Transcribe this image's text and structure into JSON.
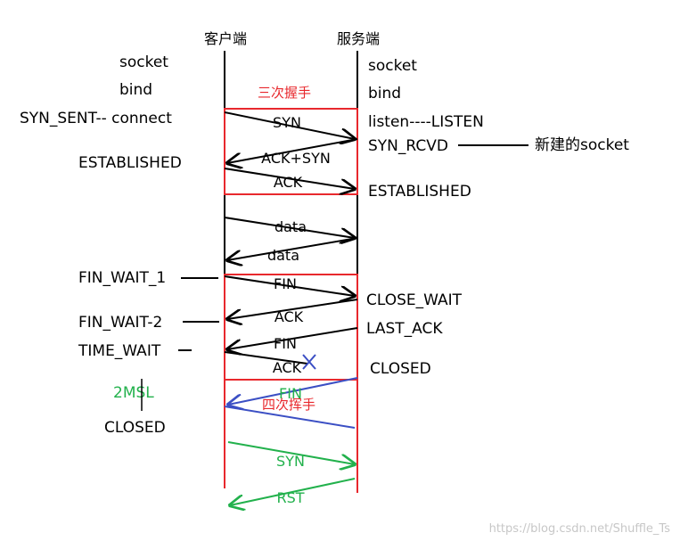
{
  "titles": {
    "client": "客户端",
    "server": "服务端"
  },
  "client_states": {
    "socket": "socket",
    "bind": "bind",
    "syn_sent": "SYN_SENT-- connect",
    "established": "ESTABLISHED",
    "fin_wait_1": "FIN_WAIT_1",
    "fin_wait_2": "FIN_WAIT-2",
    "time_wait": "TIME_WAIT",
    "two_msl": "2MSL",
    "closed": "CLOSED"
  },
  "server_states": {
    "socket": "socket",
    "bind": "bind",
    "listen": "listen----LISTEN",
    "syn_rcvd": "SYN_RCVD",
    "new_socket": "新建的socket",
    "established": "ESTABLISHED",
    "close_wait": "CLOSE_WAIT",
    "last_ack": "LAST_ACK",
    "closed": "CLOSED"
  },
  "boxes": {
    "three_way": "三次握手",
    "four_way": "四次挥手"
  },
  "messages": {
    "syn": "SYN",
    "ack_syn": "ACK+SYN",
    "ack_1": "ACK",
    "data_1": "data",
    "data_2": "data",
    "fin_1": "FIN",
    "ack_2": "ACK",
    "fin_2": "FIN",
    "ack_3": "ACK",
    "fin_retx": "FIN",
    "syn_new": "SYN",
    "rst": "RST"
  },
  "watermark": "https://blog.csdn.net/Shuffle_Ts",
  "colors": {
    "line": "#000000",
    "box": "#e8282d",
    "retransmit": "#3b4fc4",
    "new_conn": "#22b14c",
    "watermark": "#c7c7c7"
  }
}
